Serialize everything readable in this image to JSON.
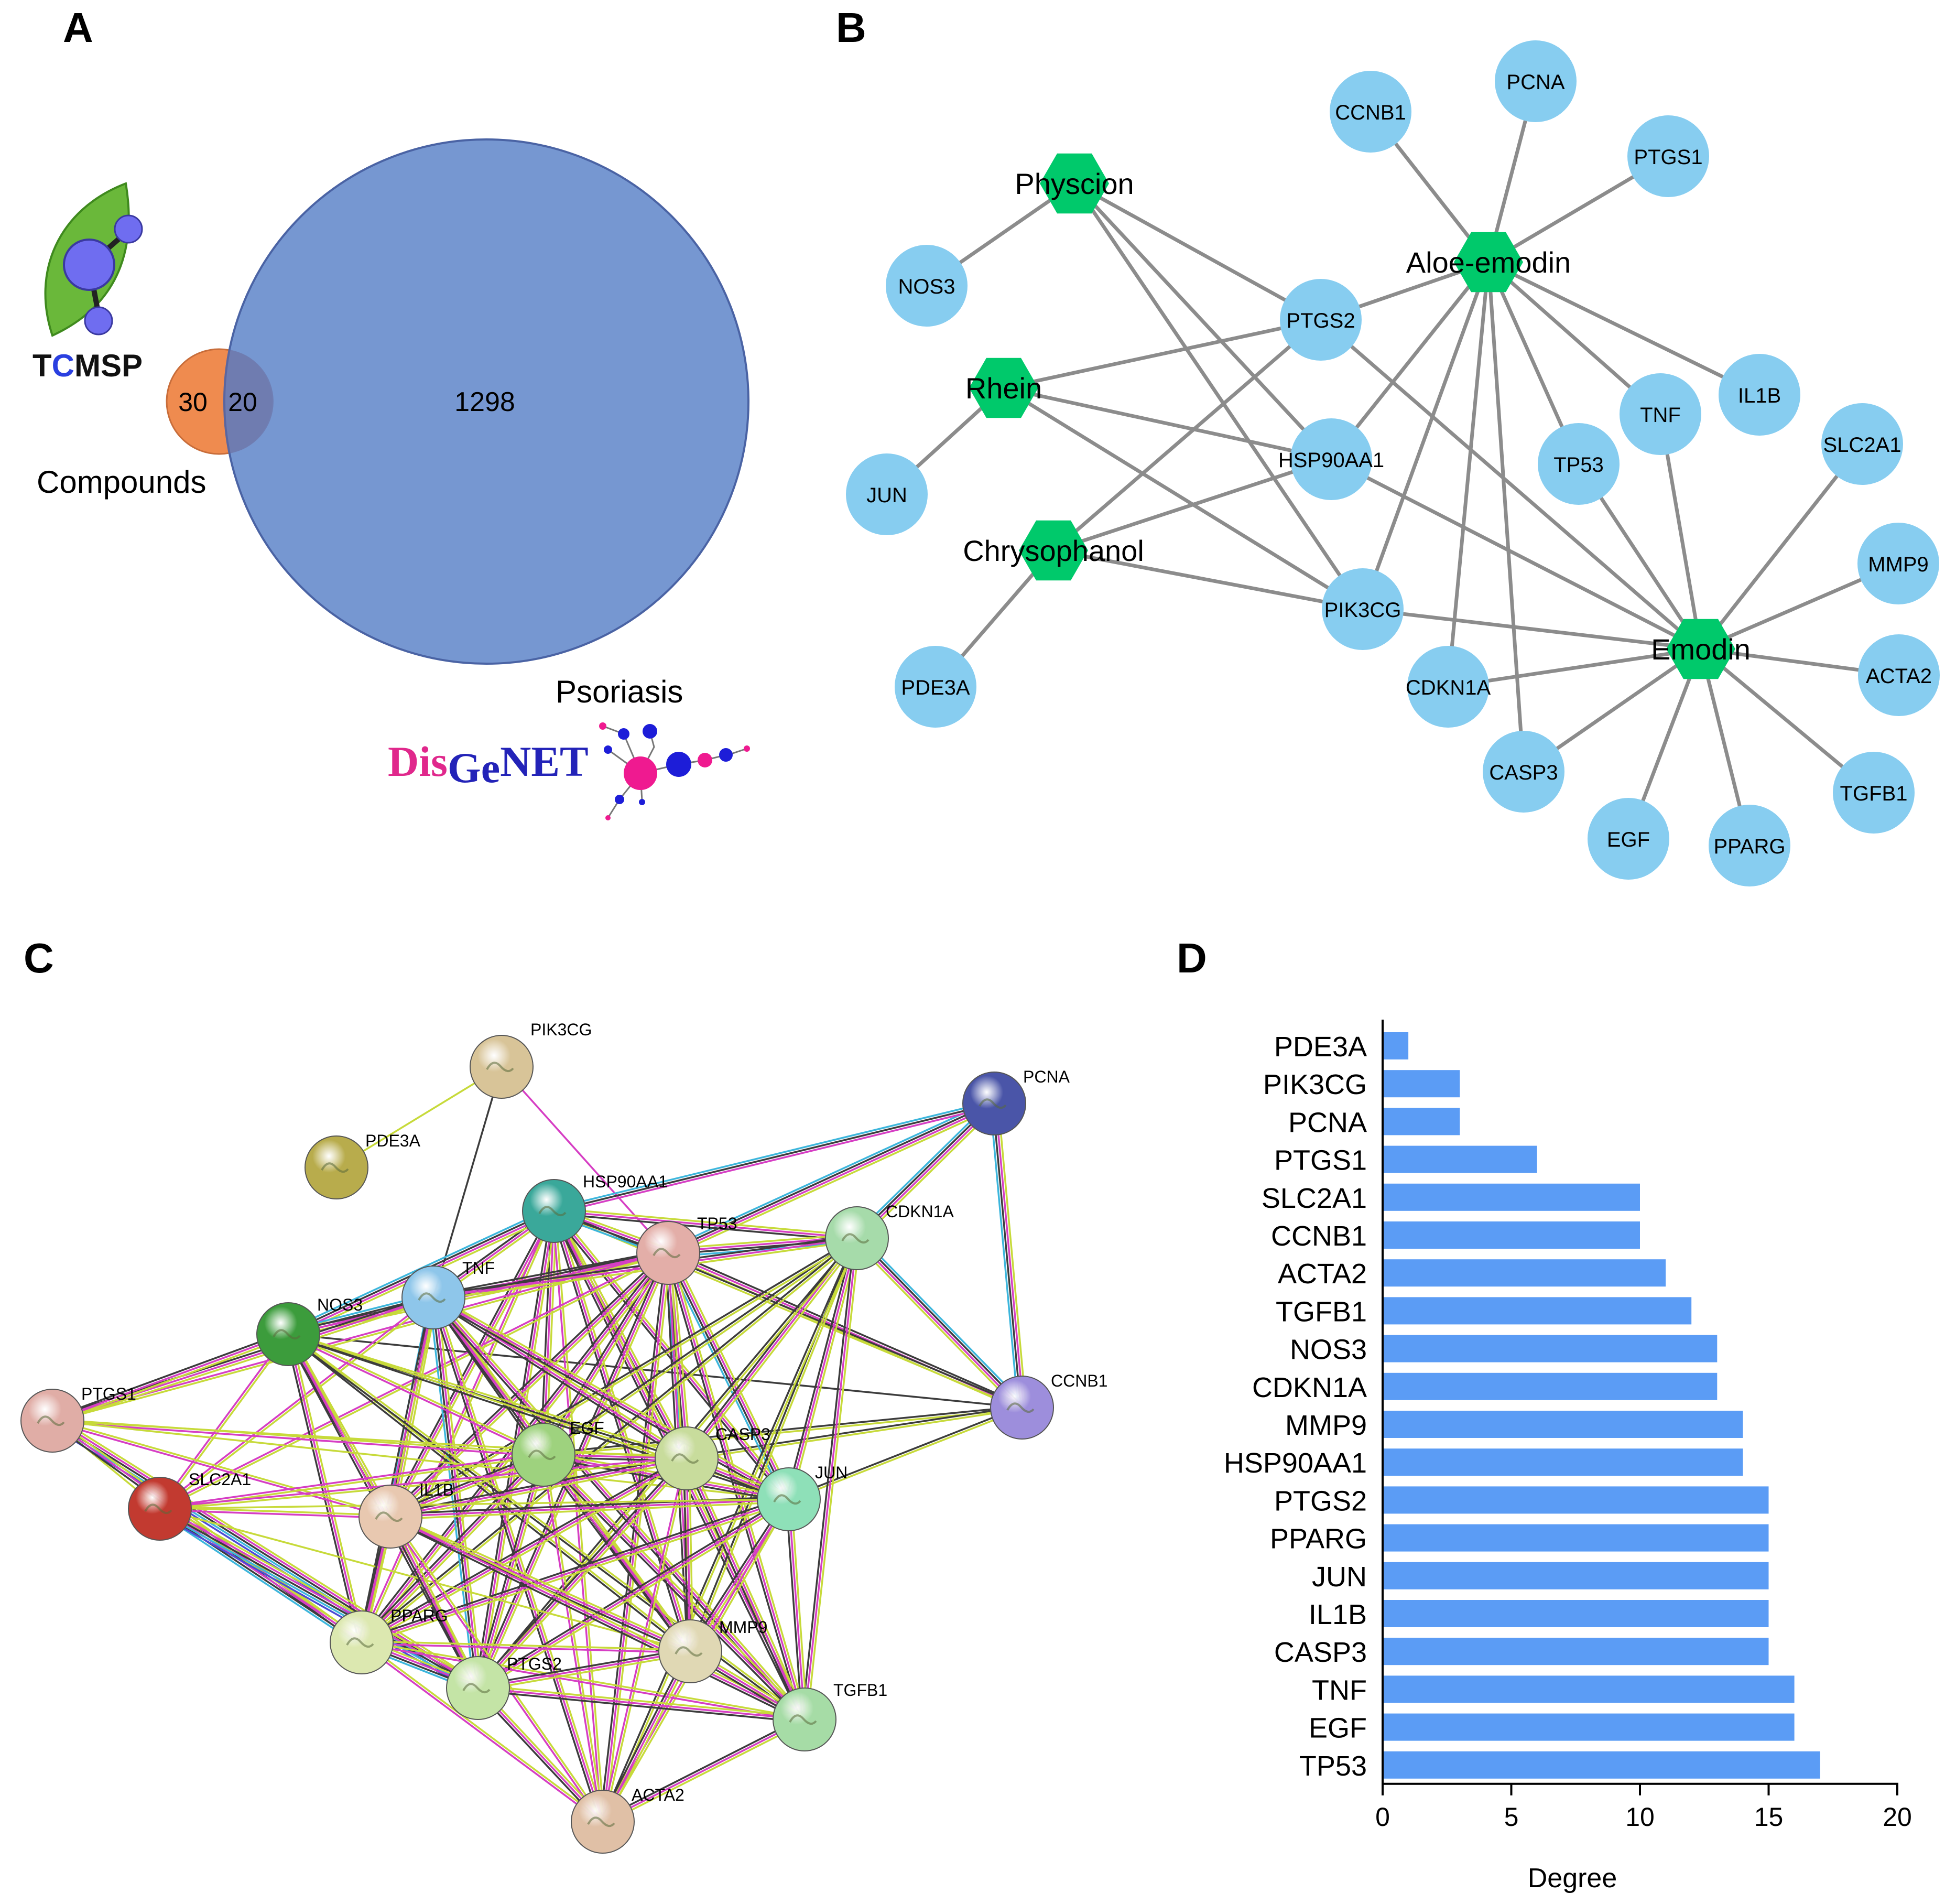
{
  "panels": {
    "a": {
      "letter": "A",
      "logo_tcmsp": "TCMSP",
      "compounds_label": "Compounds",
      "psoriasis_label": "Psoriasis",
      "logo_disgenet": "DisGeNET",
      "venn": {
        "left_only": "30",
        "intersection": "20",
        "right_only": "1298"
      },
      "colors": {
        "compounds": "#ef8b4f",
        "psoriasis": "#7294d0"
      }
    },
    "b": {
      "letter": "B"
    },
    "c": {
      "letter": "C"
    },
    "d": {
      "letter": "D"
    }
  },
  "network_b": {
    "compounds": [
      "Physcion",
      "Aloe-emodin",
      "Rhein",
      "Chrysophanol",
      "Emodin"
    ],
    "targets": [
      "CCNB1",
      "PCNA",
      "PTGS1",
      "NOS3",
      "PTGS2",
      "HSP90AA1",
      "JUN",
      "PIK3CG",
      "PDE3A",
      "IL1B",
      "TNF",
      "TP53",
      "SLC2A1",
      "MMP9",
      "ACTA2",
      "CDKN1A",
      "CASP3",
      "EGF",
      "PPARG",
      "TGFB1"
    ],
    "edges": [
      [
        "Physcion",
        "NOS3"
      ],
      [
        "Physcion",
        "PTGS2"
      ],
      [
        "Physcion",
        "HSP90AA1"
      ],
      [
        "Physcion",
        "PIK3CG"
      ],
      [
        "Aloe-emodin",
        "CCNB1"
      ],
      [
        "Aloe-emodin",
        "PCNA"
      ],
      [
        "Aloe-emodin",
        "PTGS1"
      ],
      [
        "Aloe-emodin",
        "PTGS2"
      ],
      [
        "Aloe-emodin",
        "HSP90AA1"
      ],
      [
        "Aloe-emodin",
        "PIK3CG"
      ],
      [
        "Aloe-emodin",
        "CDKN1A"
      ],
      [
        "Aloe-emodin",
        "CASP3"
      ],
      [
        "Aloe-emodin",
        "TP53"
      ],
      [
        "Aloe-emodin",
        "TNF"
      ],
      [
        "Aloe-emodin",
        "IL1B"
      ],
      [
        "Rhein",
        "PTGS2"
      ],
      [
        "Rhein",
        "HSP90AA1"
      ],
      [
        "Rhein",
        "PIK3CG"
      ],
      [
        "Rhein",
        "JUN"
      ],
      [
        "Chrysophanol",
        "PTGS2"
      ],
      [
        "Chrysophanol",
        "HSP90AA1"
      ],
      [
        "Chrysophanol",
        "PIK3CG"
      ],
      [
        "Chrysophanol",
        "PDE3A"
      ],
      [
        "Emodin",
        "PTGS2"
      ],
      [
        "Emodin",
        "HSP90AA1"
      ],
      [
        "Emodin",
        "PIK3CG"
      ],
      [
        "Emodin",
        "TP53"
      ],
      [
        "Emodin",
        "TNF"
      ],
      [
        "Emodin",
        "SLC2A1"
      ],
      [
        "Emodin",
        "MMP9"
      ],
      [
        "Emodin",
        "ACTA2"
      ],
      [
        "Emodin",
        "TGFB1"
      ],
      [
        "Emodin",
        "PPARG"
      ],
      [
        "Emodin",
        "EGF"
      ],
      [
        "Emodin",
        "CASP3"
      ],
      [
        "Emodin",
        "CDKN1A"
      ]
    ],
    "colors": {
      "compound": "#00c96b",
      "target": "#87cdf0",
      "edge": "#8c8c8c"
    }
  },
  "network_c": {
    "nodes": [
      "PIK3CG",
      "PCNA",
      "PDE3A",
      "HSP90AA1",
      "TP53",
      "CDKN1A",
      "TNF",
      "NOS3",
      "CCNB1",
      "PTGS1",
      "EGF",
      "CASP3",
      "JUN",
      "SLC2A1",
      "IL1B",
      "PPARG",
      "MMP9",
      "PTGS2",
      "TGFB1",
      "ACTA2"
    ],
    "node_colors": {
      "PIK3CG": "#d8c498",
      "PCNA": "#4a55a8",
      "PDE3A": "#b8ac4c",
      "HSP90AA1": "#3aa89a",
      "TP53": "#e3aea8",
      "CDKN1A": "#a6dbaa",
      "TNF": "#8ec6ea",
      "NOS3": "#3c9c3c",
      "CCNB1": "#9d8edc",
      "PTGS1": "#e0ada6",
      "EGF": "#9ed27e",
      "CASP3": "#c8dc9c",
      "JUN": "#8ee0b8",
      "SLC2A1": "#c23a30",
      "IL1B": "#e8c8b0",
      "PPARG": "#dce8b0",
      "MMP9": "#e0d8b4",
      "PTGS2": "#c4e4a6",
      "TGFB1": "#a6dca6",
      "ACTA2": "#e0c0a6"
    },
    "edge_colors": [
      "#c7da3a",
      "#d63ec4",
      "#3c3c3c",
      "#3cb6dc",
      "#4b4bd6"
    ]
  },
  "chart_data": {
    "type": "bar",
    "orientation": "horizontal",
    "categories": [
      "PDE3A",
      "PIK3CG",
      "PCNA",
      "PTGS1",
      "SLC2A1",
      "CCNB1",
      "ACTA2",
      "TGFB1",
      "NOS3",
      "CDKN1A",
      "MMP9",
      "HSP90AA1",
      "PTGS2",
      "PPARG",
      "JUN",
      "IL1B",
      "CASP3",
      "TNF",
      "EGF",
      "TP53"
    ],
    "values": [
      1,
      3,
      3,
      6,
      10,
      10,
      11,
      12,
      13,
      13,
      14,
      14,
      15,
      15,
      15,
      15,
      15,
      16,
      16,
      17
    ],
    "xlabel": "Degree",
    "xlim": [
      0,
      20
    ],
    "xticks": [
      0,
      5,
      10,
      15,
      20
    ],
    "bar_color": "#5b9cf5",
    "grid": false
  }
}
